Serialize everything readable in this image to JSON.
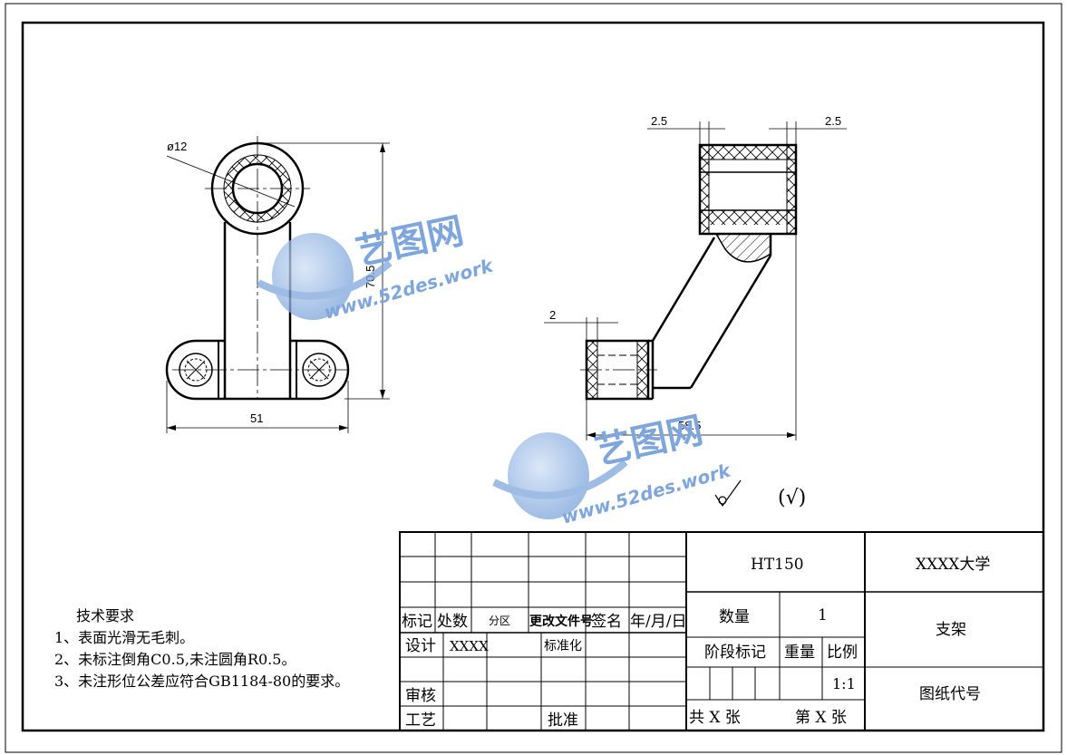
{
  "drawing": {
    "title_text": "",
    "dimensions": {
      "diameter": "ø12",
      "height": "70.5",
      "width": "51",
      "side_left": "2.5",
      "side_right": "2.5",
      "boss": "2",
      "span": "58.5"
    },
    "roughness": {
      "general": "(√)"
    }
  },
  "watermark": {
    "brand": "艺图网",
    "url": "www.52des.work"
  },
  "notes": {
    "title": "技术要求",
    "items": [
      "1、表面光滑无毛刺。",
      "2、未标注倒角C0.5,未注圆角R0.5。",
      "3、未注形位公差应符合GB1184-80的要求。"
    ]
  },
  "title_block": {
    "material": "HT150",
    "school": "XXXX大学",
    "part_name": "支架",
    "drawing_no_label": "图纸代号",
    "qty_label": "数量",
    "qty_value": "1",
    "stage_label": "阶段标记",
    "weight_label": "重量",
    "scale_label": "比例",
    "scale_value": "1:1",
    "sheets_text": "共 X 张",
    "sheet_text": "第 X 张",
    "headers": [
      "标记",
      "处数",
      "分区",
      "更改文件号",
      "签名",
      "年/月/日"
    ],
    "designer_label": "设计",
    "designer_value": "XXXX",
    "standard_label": "标准化",
    "review_label": "审核",
    "process_label": "工艺",
    "approve_label": "批准"
  }
}
